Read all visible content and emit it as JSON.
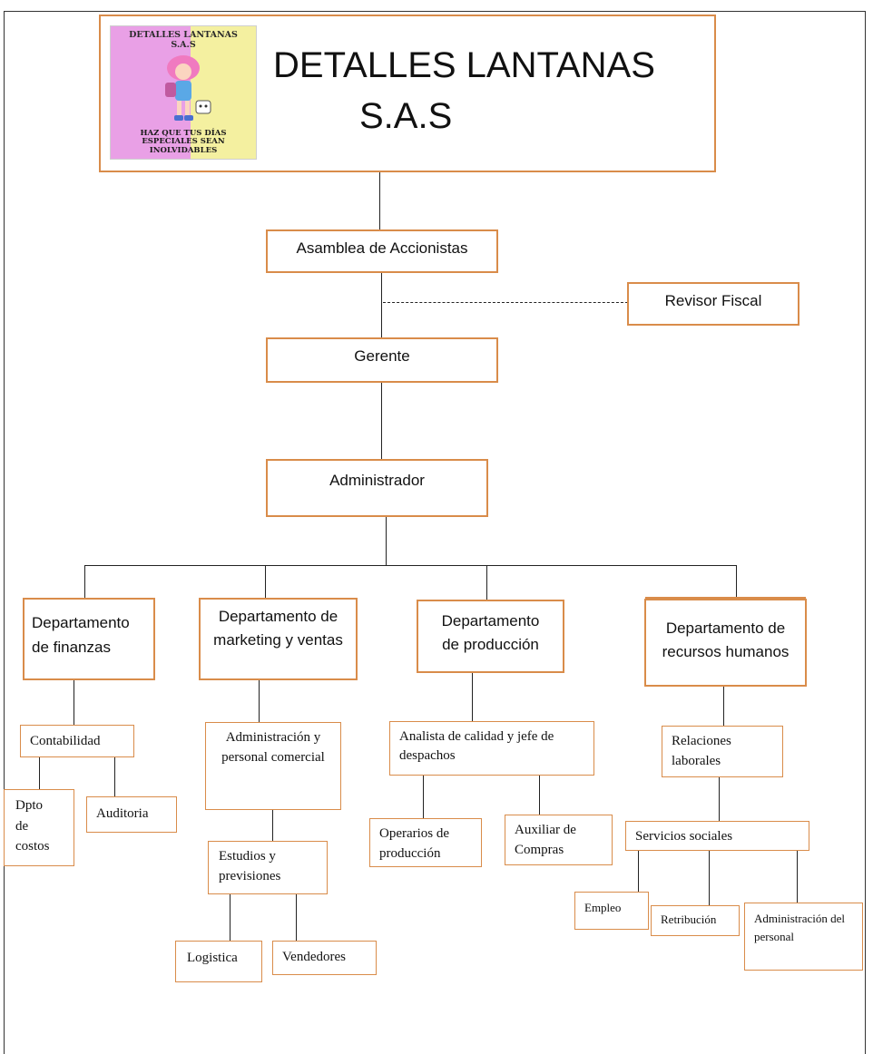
{
  "header": {
    "company_line1": "DETALLES LANTANAS",
    "company_line2": "S.A.S",
    "logo_title_line1": "DETALLES LANTANAS",
    "logo_title_line2": "S.A.S",
    "logo_slogan_line1": "HAZ QUE TUS DÍAS",
    "logo_slogan_line2": "ESPECIALES SEAN",
    "logo_slogan_line3": "INOLVIDABLES"
  },
  "nodes": {
    "asamblea": "Asamblea de Accionistas",
    "revisor": "Revisor Fiscal",
    "gerente": "Gerente",
    "administrador": "Administrador",
    "finanzas": "Departamento de finanzas",
    "marketing": "Departamento de marketing y ventas",
    "produccion": "Departamento de producción",
    "rrhh": "Departamento de recursos humanos",
    "contabilidad": "Contabilidad",
    "dpto_costos": "Dpto de costos",
    "auditoria": "Auditoria",
    "admin_comercial": "Administración y personal comercial",
    "estudios": "Estudios y previsiones",
    "logistica": "Logistica",
    "vendedores": "Vendedores",
    "analista": "Analista de calidad y jefe de despachos",
    "operarios": "Operarios de producción",
    "auxiliar": "Auxiliar de Compras",
    "relaciones": "Relaciones laborales",
    "servicios": "Servicios sociales",
    "empleo": "Empleo",
    "retribucion": "Retribución",
    "admin_personal": "Administración del personal"
  },
  "colors": {
    "box_border": "#d98c4a",
    "line": "#222222",
    "logo_pink": "#e9a0e6",
    "logo_yellow": "#f4f0a0"
  }
}
